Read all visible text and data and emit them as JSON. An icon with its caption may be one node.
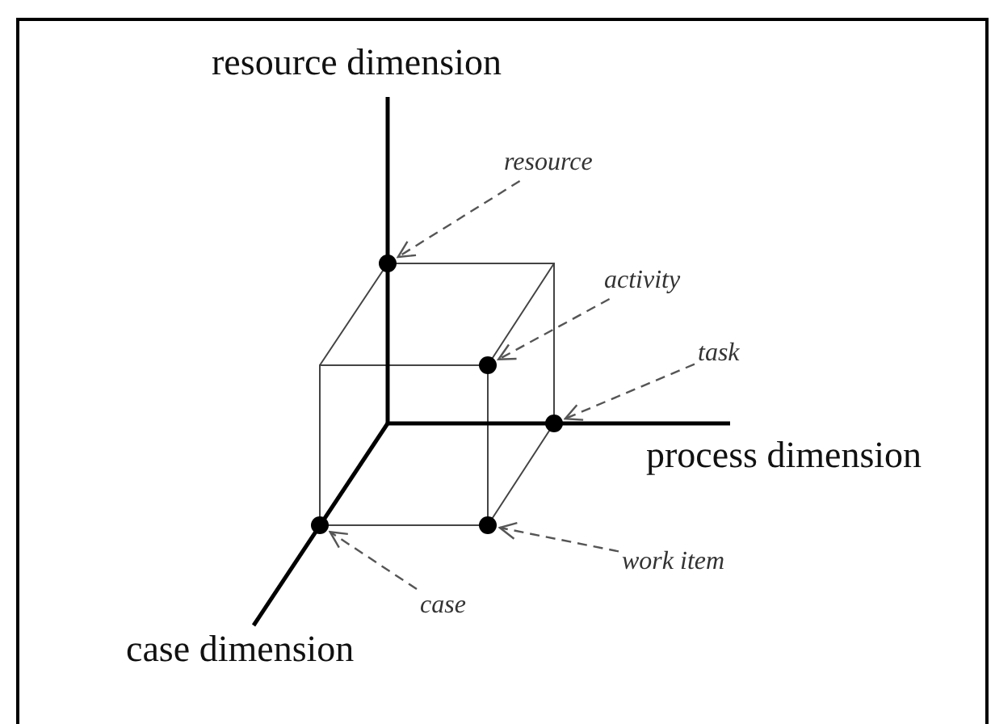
{
  "diagram": {
    "nodes": [
      {
        "text": [
          "resource"
        ]
      },
      {
        "text": [],
        "shape": "circle"
      },
      {
        "text": [
          "activity"
        ]
      },
      {
        "text": [],
        "shape": "circle"
      },
      {
        "text": [
          "task"
        ]
      },
      {
        "text": [],
        "shape": "circle"
      },
      {
        "text": [
          "work item"
        ]
      },
      {
        "text": [],
        "shape": "circle"
      },
      {
        "text": [
          "case"
        ]
      },
      {
        "text": [],
        "shape": "circle"
      }
    ],
    "edges": [
      {
        "from": 0,
        "to": 1,
        "arrow": "to",
        "style": "dashed"
      },
      {
        "from": 2,
        "to": 3,
        "arrow": "to",
        "style": "dashed"
      },
      {
        "from": 4,
        "to": 5,
        "arrow": "to",
        "style": "dashed"
      },
      {
        "from": 6,
        "to": 7,
        "arrow": "to",
        "style": "dashed"
      },
      {
        "from": 8,
        "to": 9,
        "arrow": "to",
        "style": "dashed"
      }
    ],
    "labels": [
      "resource dimension",
      "process dimension",
      "case dimension"
    ]
  }
}
